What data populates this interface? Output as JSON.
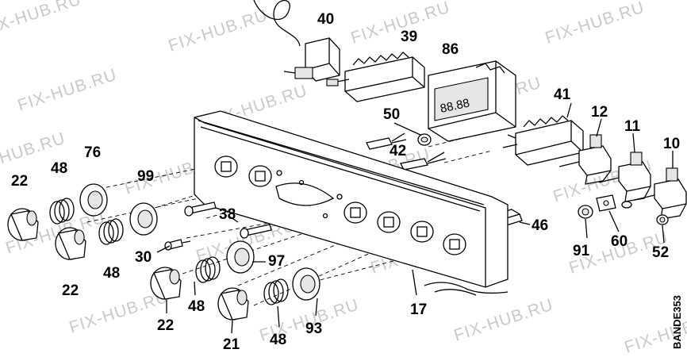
{
  "watermark": "FIX-HUB.RU",
  "drawing_code": "BANDE353",
  "display_text": "88.88",
  "callouts": {
    "c40": "40",
    "c39": "39",
    "c86": "86",
    "c50": "50",
    "c42": "42",
    "c41": "41",
    "c12": "12",
    "c11": "11",
    "c10": "10",
    "c76": "76",
    "c48a": "48",
    "c22a": "22",
    "c99": "99",
    "c38": "38",
    "c46": "46",
    "c22b": "22",
    "c48b": "48",
    "c30": "30",
    "c97": "97",
    "c91": "91",
    "c60": "60",
    "c52": "52",
    "c17": "17",
    "c48c": "48",
    "c22c": "22",
    "c93": "93",
    "c21": "21",
    "c48d": "48"
  }
}
